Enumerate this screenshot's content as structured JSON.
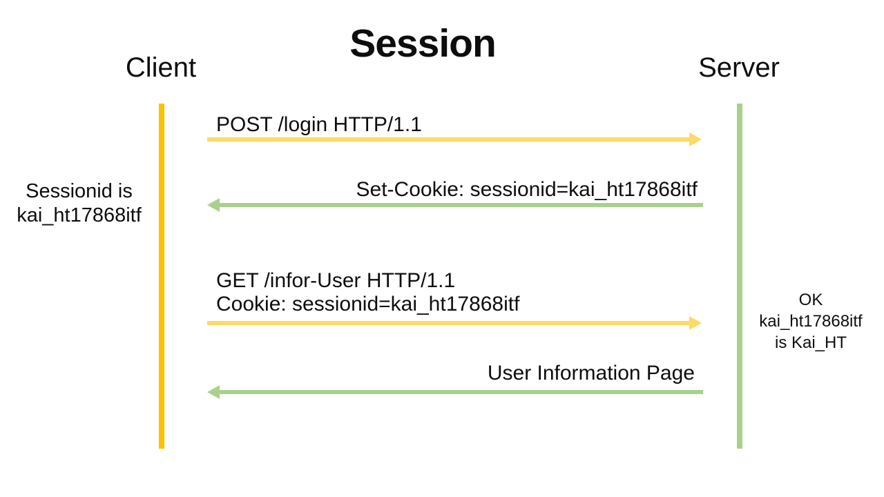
{
  "title": "Session",
  "actors": {
    "client": {
      "name": "Client",
      "lifeline_color": "#FFC000"
    },
    "server": {
      "name": "Server",
      "lifeline_color": "#A9D18E"
    }
  },
  "messages": [
    {
      "line1": "POST /login HTTP/1.1",
      "from": "client",
      "to": "server",
      "direction": "right",
      "arrow_color": "#FFD966"
    },
    {
      "line1": "Set-Cookie: sessionid=kai_ht17868itf",
      "from": "server",
      "to": "client",
      "direction": "left",
      "arrow_color": "#A9D18E"
    },
    {
      "line1": "GET /infor-User HTTP/1.1",
      "line2": "Cookie: sessionid=kai_ht17868itf",
      "from": "client",
      "to": "server",
      "direction": "right",
      "arrow_color": "#FFD966"
    },
    {
      "line1": "User Information Page",
      "from": "server",
      "to": "client",
      "direction": "left",
      "arrow_color": "#A9D18E"
    }
  ],
  "notes": {
    "client_note": {
      "line1": "Sessionid is",
      "line2": "kai_ht17868itf"
    },
    "server_note": {
      "line1": "OK",
      "line2": "kai_ht17868itf",
      "line3": "is Kai_HT"
    }
  }
}
